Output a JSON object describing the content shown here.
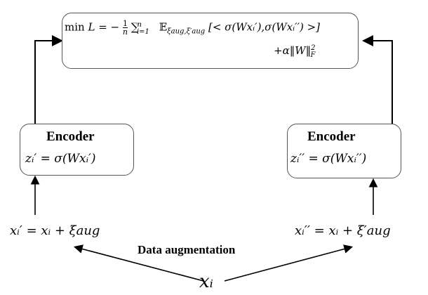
{
  "objective": {
    "line1_prefix": "min",
    "line1_L": "L",
    "line1_eq": "= −",
    "frac_num": "1",
    "frac_den": "n",
    "sum": "∑",
    "sum_sub": "i=1",
    "sum_sup": "n",
    "expect": "𝔼",
    "expect_sub": "ξaug,ξ′aug",
    "bracket_body": "[< σ(Wxᵢ′),σ(Wxᵢ′′) >]",
    "line2": "+α‖W‖",
    "line2_sub": "F",
    "line2_sup": "2"
  },
  "left_encoder": {
    "title": "Encoder",
    "formula": "zᵢ′ = σ(Wxᵢ′)"
  },
  "right_encoder": {
    "title": "Encoder",
    "formula": "zᵢ′′ = σ(Wxᵢ′′)"
  },
  "left_input": "xᵢ′ = xᵢ + ξaug",
  "right_input": "xᵢ′′ = xᵢ + ξ′aug",
  "augmentation_label": "Data augmentation",
  "source": "xᵢ"
}
